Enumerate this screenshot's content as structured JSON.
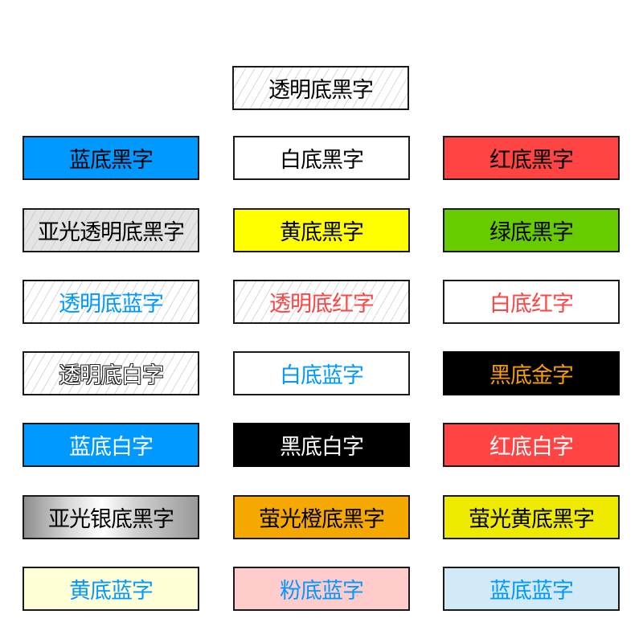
{
  "swatches": [
    {
      "label": "透明底黑字",
      "background": "transparent-hatched",
      "text_color": "#000000"
    },
    {
      "label": "蓝底黑字",
      "background": "#0099ff",
      "text_color": "#000000"
    },
    {
      "label": "白底黑字",
      "background": "#ffffff",
      "text_color": "#000000"
    },
    {
      "label": "红底黑字",
      "background": "#ff4444",
      "text_color": "#000000"
    },
    {
      "label": "亚光透明底黑字",
      "background": "matte-transparent-grey-hatched",
      "text_color": "#000000"
    },
    {
      "label": "黄底黑字",
      "background": "#ffff00",
      "text_color": "#000000"
    },
    {
      "label": "绿底黑字",
      "background": "#66cc00",
      "text_color": "#000000"
    },
    {
      "label": "透明底蓝字",
      "background": "transparent-hatched",
      "text_color": "#0099ff"
    },
    {
      "label": "透明底红字",
      "background": "transparent-hatched",
      "text_color": "#ff4444"
    },
    {
      "label": "白底红字",
      "background": "#ffffff",
      "text_color": "#ff4444"
    },
    {
      "label": "透明底白字",
      "background": "transparent-hatched",
      "text_color": "#ffffff"
    },
    {
      "label": "白底蓝字",
      "background": "#ffffff",
      "text_color": "#0099ff"
    },
    {
      "label": "黑底金字",
      "background": "#000000",
      "text_color": "#f5a000"
    },
    {
      "label": "蓝底白字",
      "background": "#0099ff",
      "text_color": "#ffffff"
    },
    {
      "label": "黑底白字",
      "background": "#000000",
      "text_color": "#ffffff"
    },
    {
      "label": "红底白字",
      "background": "#ff4444",
      "text_color": "#ffffff"
    },
    {
      "label": "亚光银底黑字",
      "background": "silver-gradient",
      "text_color": "#000000"
    },
    {
      "label": "萤光橙底黑字",
      "background": "#f5a800",
      "text_color": "#000000"
    },
    {
      "label": "萤光黄底黑字",
      "background": "#eeea00",
      "text_color": "#000000"
    },
    {
      "label": "黄底蓝字",
      "background": "#ffffd8",
      "text_color": "#0099ff"
    },
    {
      "label": "粉底蓝字",
      "background": "#ffcccc",
      "text_color": "#0099ff"
    },
    {
      "label": "蓝底蓝字",
      "background": "#d2e9f8",
      "text_color": "#0099ff"
    }
  ]
}
